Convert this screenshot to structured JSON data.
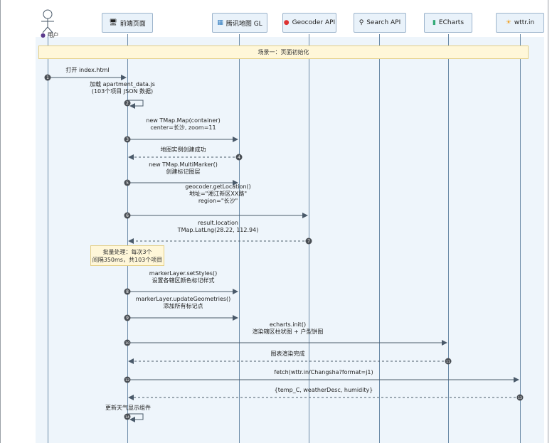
{
  "participants": [
    {
      "id": "user",
      "label": "用户",
      "icon": "user-icon"
    },
    {
      "id": "frontend",
      "label": "前端页面",
      "icon": "monitor-icon"
    },
    {
      "id": "tmap",
      "label": "腾讯地图 GL",
      "icon": "map-icon"
    },
    {
      "id": "geocoder",
      "label": "Geocoder API",
      "icon": "pin-icon"
    },
    {
      "id": "search",
      "label": "Search API",
      "icon": "search-icon"
    },
    {
      "id": "echarts",
      "label": "ECharts",
      "icon": "bar-chart-icon"
    },
    {
      "id": "wttr",
      "label": "wttr.in",
      "icon": "weather-icon"
    }
  ],
  "scene_note": "场景一：页面初始化",
  "batch_note": [
    "批量处理：每次3个",
    "间隔350ms，共103个项目"
  ],
  "messages": [
    {
      "n": "1",
      "lines": [
        "打开 index.html"
      ]
    },
    {
      "n": "2",
      "lines": [
        "加载 apartment_data.js",
        "(103个项目 JSON 数据)"
      ]
    },
    {
      "n": "3",
      "lines": [
        "new TMap.Map(container)",
        "center=长沙, zoom=11"
      ]
    },
    {
      "n": "4",
      "lines": [
        "地图实例创建成功"
      ]
    },
    {
      "n": "5",
      "lines": [
        "new TMap.MultiMarker()",
        "创建标记图层"
      ]
    },
    {
      "n": "6",
      "lines": [
        "geocoder.getLocation()",
        "地址=\"湘江新区XX路\"",
        "region=\"长沙\""
      ]
    },
    {
      "n": "7",
      "lines": [
        "result.location",
        "TMap.LatLng(28.22, 112.94)"
      ]
    },
    {
      "n": "8",
      "lines": [
        "markerLayer.setStyles()",
        "设置各辖区颜色标记样式"
      ]
    },
    {
      "n": "9",
      "lines": [
        "markerLayer.updateGeometries()",
        "添加所有标记点"
      ]
    },
    {
      "n": "10",
      "lines": [
        "echarts.init()",
        "渲染辖区柱状图 + 户型饼图"
      ]
    },
    {
      "n": "11",
      "lines": [
        "图表渲染完成"
      ]
    },
    {
      "n": "12",
      "lines": [
        "fetch(wttr.in/Changsha?format=j1)"
      ]
    },
    {
      "n": "13",
      "lines": [
        "{temp_C, weatherDesc, humidity}"
      ]
    },
    {
      "n": "14",
      "lines": [
        "更新天气显示组件"
      ]
    }
  ],
  "colors": {
    "lifeline": "#6d8ca8",
    "arrow": "#4a5a6a",
    "badge": "#4a4f55",
    "note_bg": "#fff7d9",
    "box_bg": "#e9f2fa"
  }
}
